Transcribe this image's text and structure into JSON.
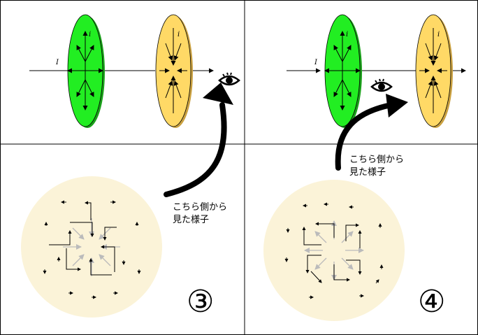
{
  "panels": [
    {
      "number": "③",
      "caption_line1": "こちら側から",
      "caption_line2": "見た様子",
      "current_label": "I",
      "induced_label": "i"
    },
    {
      "number": "④",
      "caption_line1": "こちら側から",
      "caption_line2": "見た様子",
      "current_label": "I",
      "induced_label": "i"
    }
  ],
  "colors": {
    "green_disc": "#22ee22",
    "yellow_disc": "#ffd966",
    "face_disc": "#fbf3d8",
    "gray_arrow": "#bbbbbb"
  },
  "icons": [
    "eye-icon",
    "curved-arrow-icon"
  ]
}
